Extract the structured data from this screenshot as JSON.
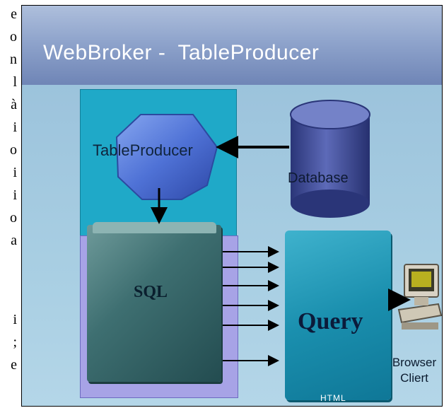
{
  "left_column_letters": [
    "e",
    "o",
    "n",
    "l",
    "à",
    "i",
    "o",
    "i",
    "i",
    "o",
    "a",
    "i",
    ";",
    "e"
  ],
  "slide": {
    "title": "WebBroker -  TableProducer",
    "components": {
      "table_producer": "TableProducer",
      "database": "Database",
      "sql": "SQL",
      "query": "Query",
      "html_caption": "HTML",
      "browser_client_line1": "Browser",
      "browser_client_line2": "Cliert"
    }
  },
  "colors": {
    "banner": "#8fa4cc",
    "left_panel": "#1fa9c8",
    "sql_frame": "#a7a3e6",
    "query_box": "#1a8fae",
    "database": "#3e4a96",
    "table_producer": "#4f72d6"
  }
}
